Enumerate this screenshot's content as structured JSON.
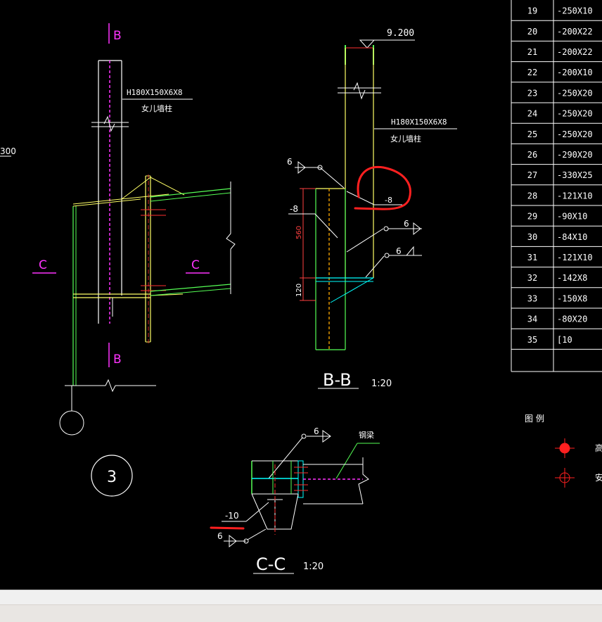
{
  "drawing": {
    "left_partial_dim": "300",
    "section_markers": {
      "b_top": "B",
      "b_bottom": "B",
      "c_left": "C",
      "c_right": "C"
    },
    "detail_number": "3",
    "member_label_left": "H180X150X6X8",
    "member_note_left": "女儿墙柱",
    "bb": {
      "title": "B-B",
      "scale": "1:20",
      "elevation": "9.200",
      "member_label": "H180X150X6X8",
      "member_note": "女儿墙柱",
      "weld_6_a": "6",
      "weld_6_b": "6",
      "weld_6_c": "6",
      "plate_8_right": "-8",
      "plate_8_left": "-8",
      "dim_560": "560",
      "dim_120": "120"
    },
    "cc": {
      "title": "C-C",
      "scale": "1:20",
      "weld_top": "6",
      "weld_bottom": "6",
      "plate_10": "-10",
      "beam_note": "钢梁"
    }
  },
  "table": {
    "rows": [
      {
        "no": "19",
        "spec": "-250X10"
      },
      {
        "no": "20",
        "spec": "-200X22"
      },
      {
        "no": "21",
        "spec": "-200X22"
      },
      {
        "no": "22",
        "spec": "-200X10"
      },
      {
        "no": "23",
        "spec": "-250X20"
      },
      {
        "no": "24",
        "spec": "-250X20"
      },
      {
        "no": "25",
        "spec": "-250X20"
      },
      {
        "no": "26",
        "spec": "-290X20"
      },
      {
        "no": "27",
        "spec": "-330X25"
      },
      {
        "no": "28",
        "spec": "-121X10"
      },
      {
        "no": "29",
        "spec": "-90X10"
      },
      {
        "no": "30",
        "spec": "-84X10"
      },
      {
        "no": "31",
        "spec": "-121X10"
      },
      {
        "no": "32",
        "spec": "-142X8"
      },
      {
        "no": "33",
        "spec": "-150X8"
      },
      {
        "no": "34",
        "spec": "-80X20"
      },
      {
        "no": "35",
        "spec": "[10"
      }
    ]
  },
  "legend": {
    "title": "图 例",
    "item1": "高",
    "item2": "安"
  },
  "colors": {
    "yellow": "#ffff66",
    "green": "#55ff55",
    "white": "#ffffff",
    "magenta": "#ff33ff",
    "red": "#ff2020",
    "cyan": "#00ffff",
    "orange": "#ff8844"
  }
}
